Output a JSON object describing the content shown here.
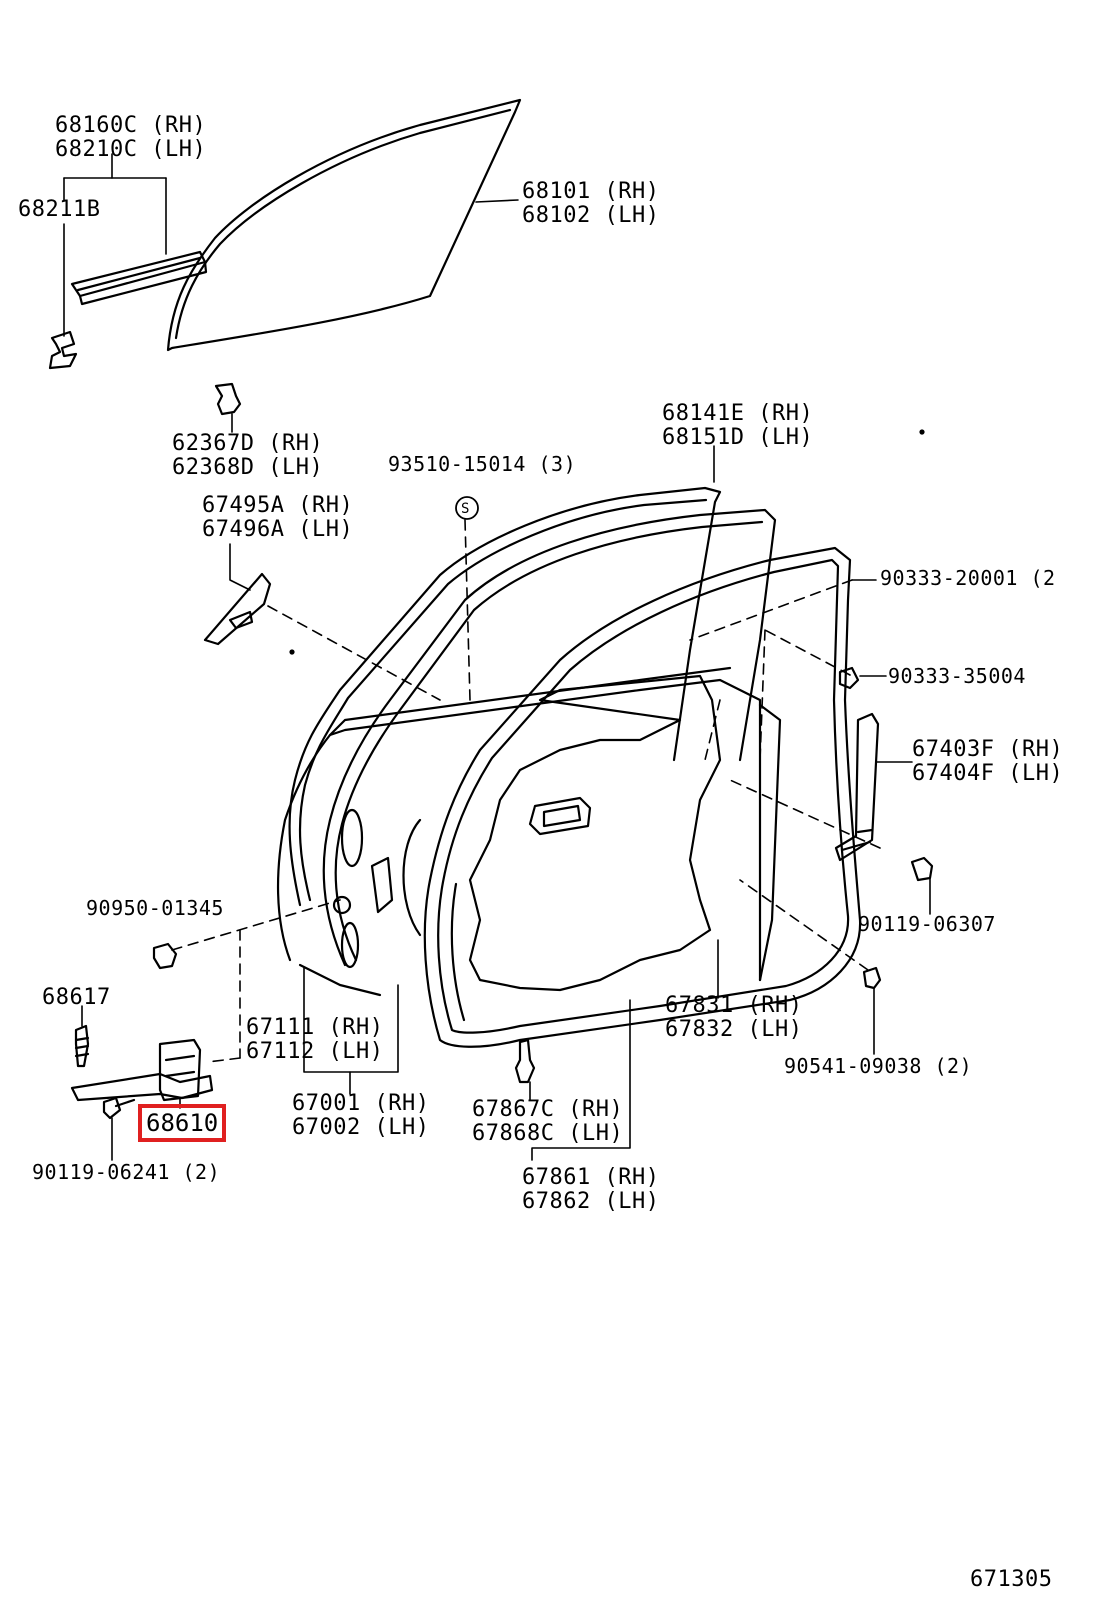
{
  "labels": {
    "p68160c": "68160C (RH)",
    "p68210c": "68210C (LH)",
    "p68211b": "68211B",
    "p68101": "68101 (RH)",
    "p68102": "68102 (LH)",
    "p62367d": "62367D (RH)",
    "p62368d": "62368D (LH)",
    "p93510": "93510-15014 (3)",
    "p68141e": "68141E (RH)",
    "p68151d": "68151D (LH)",
    "p67495a": "67495A (RH)",
    "p67496a": "67496A (LH)",
    "p90333_20001": "90333-20001 (2",
    "p90333_35004": "90333-35004",
    "p67403f": "67403F (RH)",
    "p67404f": "67404F (LH)",
    "p90950": "90950-01345",
    "p90119_06307": "90119-06307",
    "p68617": "68617",
    "p67111": "67111 (RH)",
    "p67112": "67112 (LH)",
    "p67831": "67831 (RH)",
    "p67832": "67832 (LH)",
    "p90541": "90541-09038 (2)",
    "p68610": "68610",
    "p67001": "67001 (RH)",
    "p67002": "67002 (LH)",
    "p67867c": "67867C (RH)",
    "p67868c": "67868C (LH)",
    "p90119_06241": "90119-06241 (2)",
    "p67861": "67861 (RH)",
    "p67862": "67862 (LH)",
    "s_symbol": "S"
  },
  "diagram_number": "671305",
  "colors": {
    "highlight": "#e02020",
    "line": "#000000"
  }
}
